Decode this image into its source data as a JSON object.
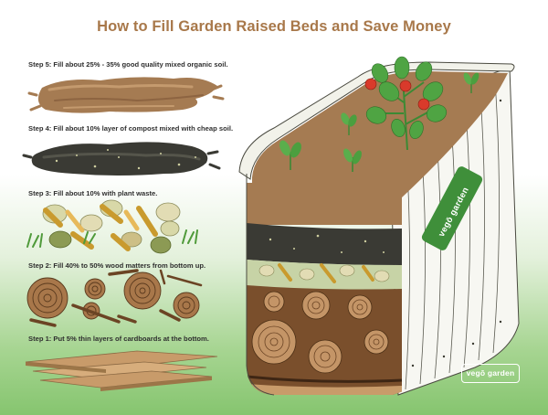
{
  "title": "How to Fill Garden Raised Beds and Save Money",
  "steps": [
    {
      "label": "Step 5: Fill about 25% - 35% good quality mixed organic soil."
    },
    {
      "label": "Step 4: Fill about 10% layer of compost mixed with cheap soil."
    },
    {
      "label": "Step 3: Fill about 10% with plant waste."
    },
    {
      "label": "Step 2: Fill 40% to 50% wood matters from bottom up."
    },
    {
      "label": "Step 1: Put 5% thin layers of cardboards at the bottom."
    }
  ],
  "brand": {
    "logo_text": "vegō garden",
    "bed_logo_text": "vegō garden"
  },
  "colors": {
    "title": "#a8784a",
    "soil": "#a57b52",
    "compost": "#3a3a34",
    "bed_green": "#3f8f3a",
    "tomato": "#d93a2b"
  }
}
